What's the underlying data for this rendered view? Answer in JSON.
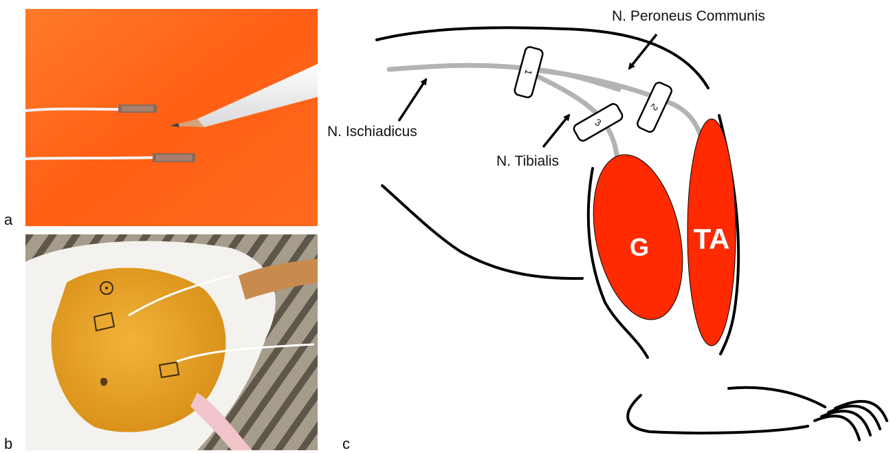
{
  "panels": {
    "a": {
      "letter": "a"
    },
    "b": {
      "letter": "b"
    },
    "c": {
      "letter": "c"
    }
  },
  "diagram": {
    "nerves": {
      "ischiadicus": "N. Ischiadicus",
      "peroneus": "N. Peroneus Communis",
      "tibialis": "N. Tibialis"
    },
    "electrodes": [
      "1",
      "2",
      "3"
    ],
    "muscles": {
      "g": "G",
      "ta": "TA"
    }
  },
  "colors": {
    "photo_a_background": "#ff6a1a",
    "photo_b_skin": "#e9a424",
    "muscle": "#ff2a00",
    "nerve": "#b3b3b3",
    "outline": "#000000"
  }
}
